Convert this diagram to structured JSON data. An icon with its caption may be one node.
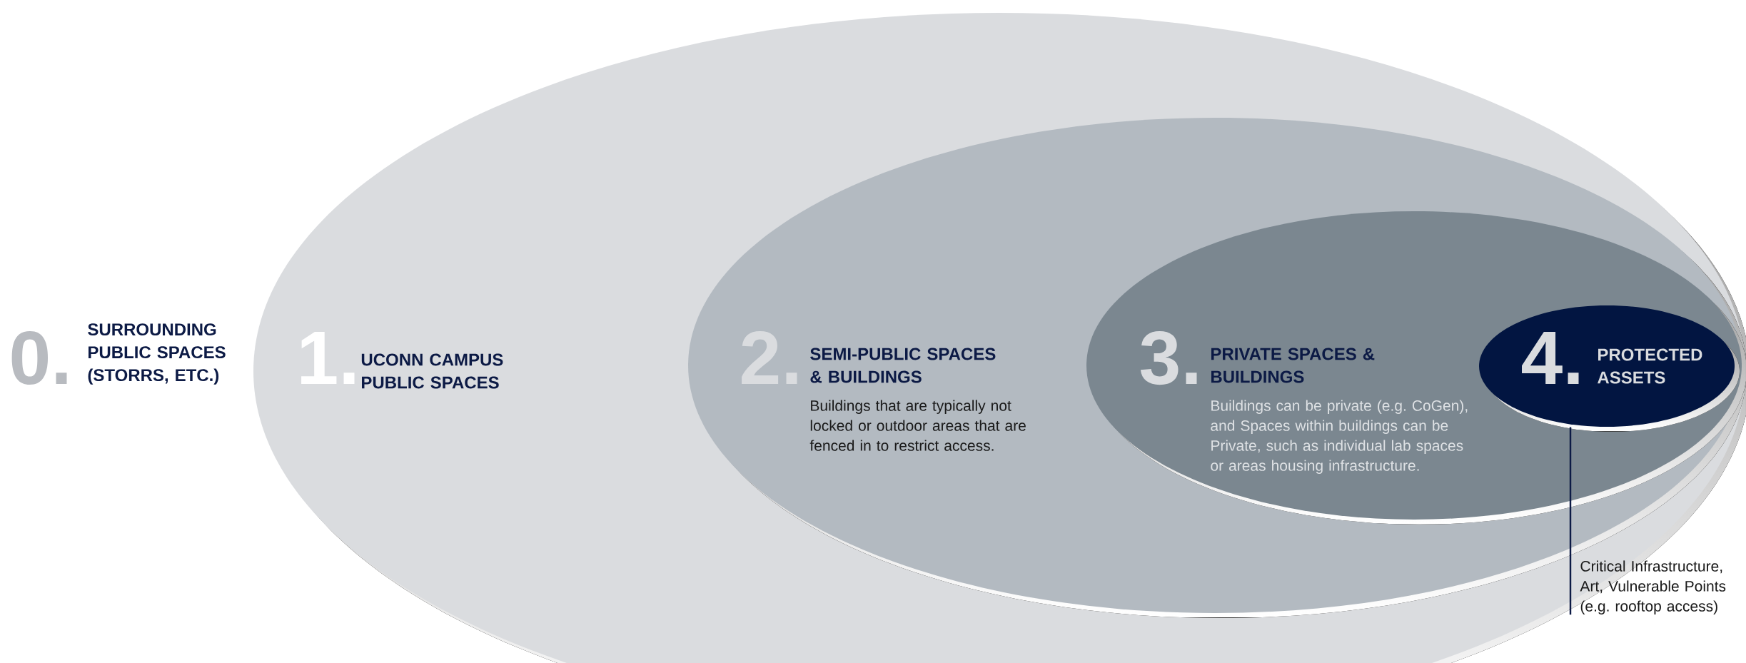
{
  "diagram": {
    "nodes": [
      {
        "text": [
          "1.",
          "UCONN CAMPUS PUBLIC SPACES"
        ]
      },
      {
        "text": [
          "2.",
          "SEMI-PUBLIC SPACES & BUILDINGS",
          "Buildings that are typically not locked or outdoor areas that are fenced in to restrict access."
        ],
        "in": 0
      },
      {
        "text": [
          "3.",
          "PRIVATE SPACES & BUILDINGS",
          "Buildings can be private (e.g. CoGen), and Spaces within buildings can be Private, such as individual lab spaces or areas housing infrastructure."
        ],
        "in": 1
      },
      {
        "text": [
          "4.",
          "PROTECTED ASSETS"
        ],
        "in": 2
      },
      {
        "text": [
          "Critical Infrastructure, Art, Vulnerable Points (e.g. rooftop access)"
        ]
      }
    ],
    "edges": [
      {
        "from": 4,
        "to": 3,
        "arrow": "none"
      }
    ],
    "labels": [
      "0.",
      "SURROUNDING PUBLIC SPACES (STORRS, ETC.)"
    ]
  }
}
